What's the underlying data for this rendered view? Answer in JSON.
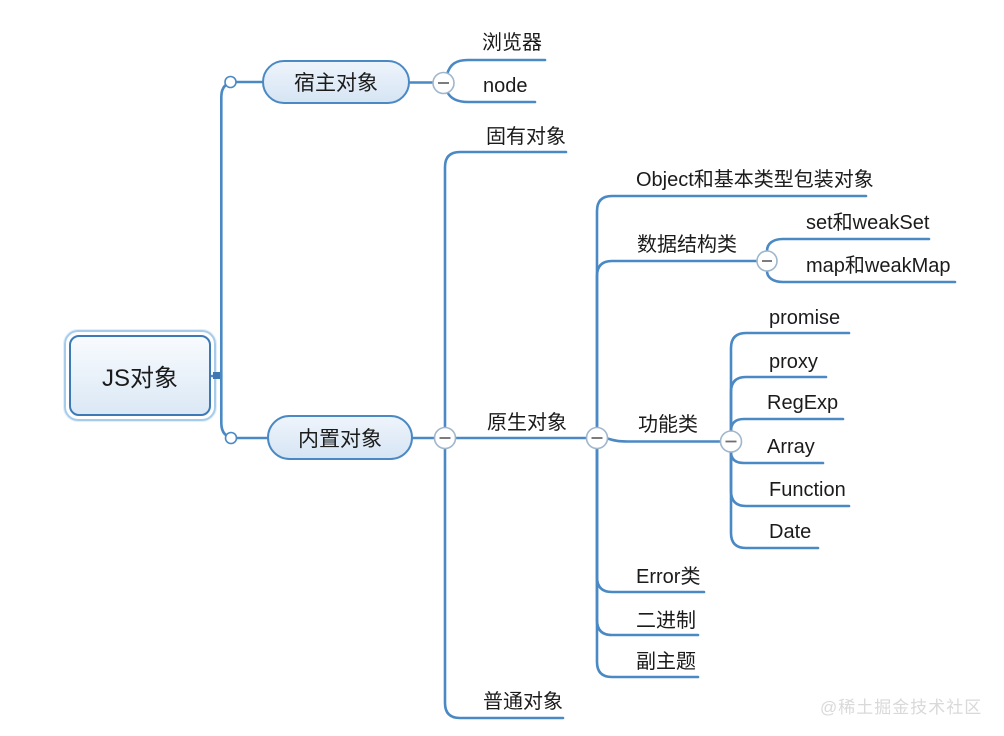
{
  "root": {
    "label": "JS对象",
    "children": [
      {
        "label": "宿主对象",
        "children": [
          {
            "label": "浏览器"
          },
          {
            "label": "node"
          }
        ]
      },
      {
        "label": "内置对象",
        "children": [
          {
            "label": "固有对象"
          },
          {
            "label": "原生对象",
            "children": [
              {
                "label": "Object和基本类型包装对象"
              },
              {
                "label": "数据结构类",
                "children": [
                  {
                    "label": "set和weakSet"
                  },
                  {
                    "label": "map和weakMap"
                  }
                ]
              },
              {
                "label": "功能类",
                "children": [
                  {
                    "label": "promise"
                  },
                  {
                    "label": "proxy"
                  },
                  {
                    "label": "RegExp"
                  },
                  {
                    "label": "Array"
                  },
                  {
                    "label": "Function"
                  },
                  {
                    "label": "Date"
                  }
                ]
              },
              {
                "label": "Error类"
              },
              {
                "label": "二进制"
              },
              {
                "label": "副主题"
              }
            ]
          },
          {
            "label": "普通对象"
          }
        ]
      }
    ]
  },
  "watermark": "@稀土掘金技术社区",
  "colors": {
    "line": "#4a89c4",
    "node_border": "#4a89c4",
    "node_fill_top": "#eef4fb",
    "node_fill_bottom": "#d6e5f4",
    "root_border": "#3d7ab5",
    "selection_ring": "#a7cceb",
    "collapse_circle_stroke": "#9fb6cc",
    "minus_icon": "#6e6e6e",
    "text": "#1b1b1b",
    "watermark": "#d9d9d9"
  }
}
